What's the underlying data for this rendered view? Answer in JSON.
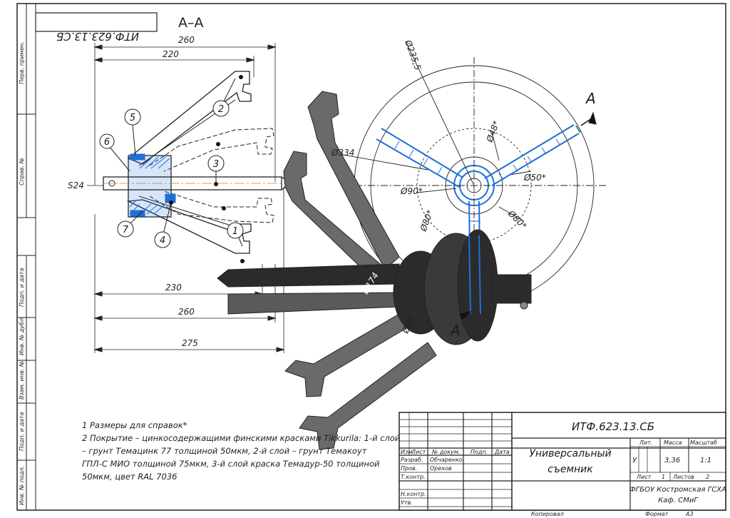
{
  "top_stamp": "ИТФ.623.13.СБ",
  "section_label": "А–А",
  "section_arrow_label": "А",
  "dims": {
    "d260_top": "260",
    "d220": "220",
    "s24": "S24",
    "d230": "230",
    "d260_bottom": "260",
    "d275": "275",
    "phi235": "Ø235,5",
    "phi334": "Ø334",
    "phi48": "Ø48*",
    "phi90": "Ø90*",
    "phi50": "Ø50*",
    "phi80a": "Ø80*",
    "phi80b": "Ø80*",
    "phi174": "Ø174",
    "phi98": "Ø98"
  },
  "balloons": [
    "1",
    "2",
    "3",
    "4",
    "5",
    "6",
    "7"
  ],
  "notes": [
    "1 Размеры для справок*",
    "2 Покрытие – цинкосодержащими финскими красками Tikkurila: 1-й слой",
    "– грунт Темацинк 77 толщиной 50мкм, 2-й слой – грунт Темакоут",
    "ГПЛ-С МИО толщиной 75мкм, 3-й слой краска Темадур-50 толщиной",
    "50мкм, цвет RAL 7036"
  ],
  "side_labels": [
    "Перв. примен.",
    "Справ. №",
    "Подп. и дата",
    "Инв. № дубл.",
    "Взам. инв. №",
    "Подп. и дата",
    "Инв. № подл."
  ],
  "title_block": {
    "designation": "ИТФ.623.13.СБ",
    "name_line1": "Универсальный",
    "name_line2": "съемник",
    "col_headers": [
      "Изм.",
      "Лист",
      "№ докум.",
      "Подп.",
      "Дата"
    ],
    "roles": [
      "Разраб.",
      "Пров.",
      "Т.контр.",
      "Н.контр.",
      "Утв."
    ],
    "developer": "Обчаренко",
    "checker": "Орехов",
    "lit_label": "Лит.",
    "mass_label": "Масса",
    "scale_label": "Масштаб",
    "lit_value": "У",
    "mass_value": "3,36",
    "scale_value": "1:1",
    "sheet_label": "Лист",
    "sheet_value": "1",
    "sheets_label": "Листов",
    "sheets_value": "2",
    "org_line1": "ФГБОУ Костромская ГСХА",
    "org_line2": "Каф. СМиГ"
  },
  "footer": {
    "copied": "Копировал",
    "format_label": "Формат",
    "format_value": "А3"
  },
  "colors": {
    "line": "#222222",
    "blue": "#1e6fd6",
    "part": "#6a6a6a",
    "dark": "#2b2b2b",
    "teal": "#2a9a8a"
  }
}
